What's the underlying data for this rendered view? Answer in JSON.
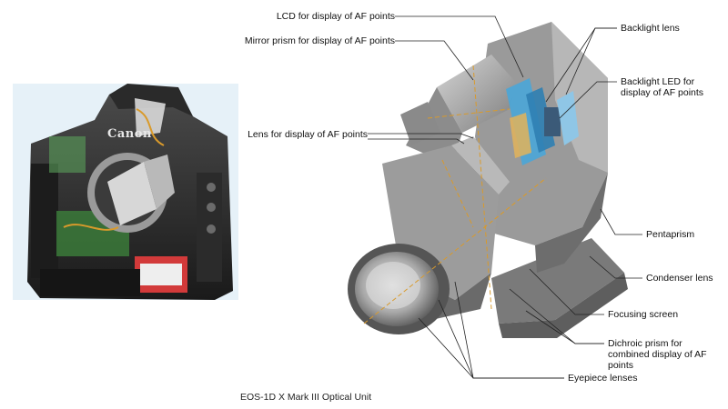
{
  "diagram": {
    "caption": "EOS-1D X Mark III Optical Unit",
    "camera_brand": "Canon",
    "labels": {
      "lcd_af_points": "LCD for display of AF points",
      "mirror_prism_af": "Mirror prism for display of AF points",
      "lens_af_points": "Lens for display of AF points",
      "backlight_lens": "Backlight lens",
      "backlight_led": "Backlight LED for display of AF points",
      "pentaprism": "Pentaprism",
      "condenser_lens": "Condenser lens",
      "focusing_screen": "Focusing screen",
      "dichroic_prism": "Dichroic prism for combined display of AF points",
      "eyepiece_lenses": "Eyepiece lenses"
    }
  },
  "colors": {
    "leader_line": "#222222",
    "body_gray": "#9a9a9a",
    "dark_gray": "#5e5e5e",
    "light_gray": "#c8c8c8",
    "blue_element": "#4aa6d8",
    "optical_path": "#d99a2b",
    "camera_bg": "#e6f1f8"
  }
}
